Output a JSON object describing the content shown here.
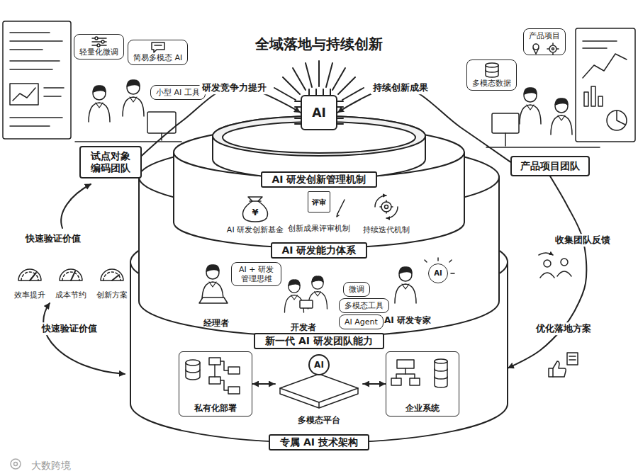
{
  "diagram": {
    "title": "全域落地与持续创新",
    "nodes": [
      {
        "text": [
          "轻量化微调"
        ]
      },
      {
        "text": [
          "简易多模态 AI"
        ]
      },
      {
        "text": [
          "小型 AI 工具"
        ]
      },
      {
        "text": [
          "试点对象 编码团队"
        ]
      },
      {
        "text": [
          "AI"
        ]
      },
      {
        "text": [
          "产品项目"
        ]
      },
      {
        "text": [
          "多模态数据"
        ]
      },
      {
        "text": [
          "产品项目团队"
        ]
      },
      {
        "text": [
          "AI 研发创新管理机制"
        ]
      },
      {
        "text": [
          "AI 研发创新基金"
        ],
        "in": 8
      },
      {
        "text": [
          "评审",
          "创新成果评审机制"
        ],
        "in": 8
      },
      {
        "text": [
          "持续迭代机制"
        ],
        "in": 8
      },
      {
        "text": [
          "AI 研发能力体系"
        ]
      },
      {
        "text": [
          "AI + 研发管理思维"
        ],
        "in": 12
      },
      {
        "text": [
          "微调"
        ],
        "in": 12
      },
      {
        "text": [
          "多模态工具"
        ],
        "in": 12
      },
      {
        "text": [
          "AI Agent"
        ],
        "in": 12
      },
      {
        "text": [
          "AI"
        ],
        "in": 12
      },
      {
        "text": [
          "新一代 AI 研发团队能力",
          "专属 AI 技术架构"
        ]
      },
      {
        "text": [
          "私有化部署"
        ],
        "in": 18
      },
      {
        "text": [
          "AI",
          "多模态平台"
        ],
        "in": 18
      },
      {
        "text": [
          "企业系统"
        ],
        "in": 18
      }
    ],
    "edges": [
      {
        "from": 3,
        "to": 4,
        "label": "研发竞争力提升",
        "arrow": "to"
      },
      {
        "from": 7,
        "to": 4,
        "label": "持续创新成果",
        "arrow": "to"
      },
      {
        "from": 7,
        "to": 18,
        "label": "收集团队反馈",
        "arrow": "to"
      },
      {
        "from": 19,
        "to": 20,
        "arrow": "both"
      },
      {
        "from": 20,
        "to": 21,
        "arrow": "both"
      }
    ],
    "labels": [
      "经理者",
      "开发者",
      "AI 研发专家",
      "¥",
      "快速验证价值",
      "效率提升",
      "成本节约",
      "创新方案",
      "快速验证价值",
      "优化落地方案",
      "大数跨境"
    ]
  }
}
